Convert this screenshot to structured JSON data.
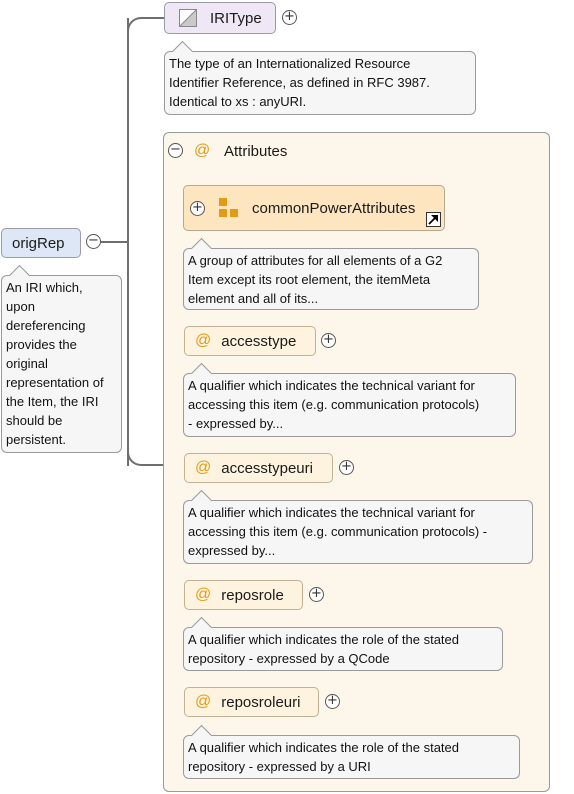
{
  "root": {
    "name": "origRep",
    "doc": "An IRI which, upon dereferencing provides the original representation of the Item, the IRI should be persistent.",
    "doc_lines": [
      "An IRI which,",
      "upon",
      "dereferencing",
      "provides the",
      "original",
      "representation of",
      "the Item, the IRI",
      "should be",
      "persistent."
    ]
  },
  "type_node": {
    "name": "IRIType",
    "doc_lines": [
      "The type of an Internationalized Resource",
      "Identifier Reference, as defined in RFC 3987.",
      "Identical to xs : anyURI."
    ]
  },
  "attributes_group": {
    "label": "Attributes",
    "items": [
      {
        "name": "commonPowerAttributes",
        "kind": "attribute-group",
        "doc_lines": [
          "A group of attributes for all elements of a G2",
          "Item except its root element, the itemMeta",
          "element and all of its..."
        ]
      },
      {
        "name": "accesstype",
        "kind": "attribute",
        "doc_lines": [
          "A qualifier which indicates the technical variant for",
          "accessing this item (e.g. communication protocols)",
          "- expressed by..."
        ]
      },
      {
        "name": "accesstypeuri",
        "kind": "attribute",
        "doc_lines": [
          "A qualifier which indicates the technical variant for",
          "accessing this item (e.g. communication protocols) -",
          "expressed by..."
        ]
      },
      {
        "name": "reposrole",
        "kind": "attribute",
        "doc_lines": [
          "A qualifier which indicates the role of the stated",
          "repository - expressed by a QCode"
        ]
      },
      {
        "name": "reposroleuri",
        "kind": "attribute",
        "doc_lines": [
          "A qualifier which indicates the role of the stated",
          "repository - expressed by a URI"
        ]
      }
    ]
  },
  "colors": {
    "element_fill": "#dde7f6",
    "type_fill": "#efe7f6",
    "attribute_fill": "#fdf3df",
    "group_fill": "#fdf6ea",
    "at_symbol": "#e49b14"
  }
}
